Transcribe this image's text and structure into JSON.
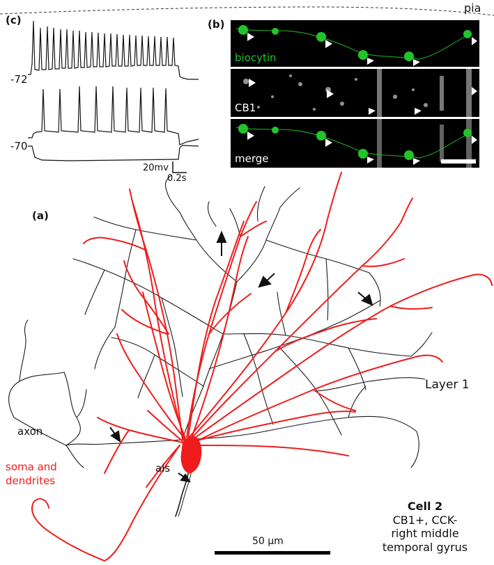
{
  "top": {
    "pia": "pia"
  },
  "panel_c": {
    "letter": "(c)",
    "voltage_top": "-72",
    "voltage_bottom": "-70",
    "scale_v": "20mv",
    "scale_t": "0.2s"
  },
  "panel_b": {
    "letter": "(b)",
    "images": [
      {
        "label": "biocytin",
        "label_color": "#22c42a"
      },
      {
        "label": "CB1",
        "label_color": "#ffffff"
      },
      {
        "label": "merge",
        "label_color": "#ffffff"
      }
    ]
  },
  "panel_a": {
    "letter": "(a)",
    "axon_label": "axon",
    "soma_label_line1": "soma and",
    "soma_label_line2": "dendrites",
    "ais_label": "ais",
    "layer_label": "Layer 1",
    "scalebar_label": "50 μm",
    "cell_title": "Cell 2",
    "cell_line1": "CB1+, CCK-",
    "cell_line2": "right middle",
    "cell_line3": "temporal gyrus"
  },
  "colors": {
    "dendrite": "#ee1c1c",
    "axon": "#1a1a1a",
    "biocytin": "#22c42a"
  }
}
